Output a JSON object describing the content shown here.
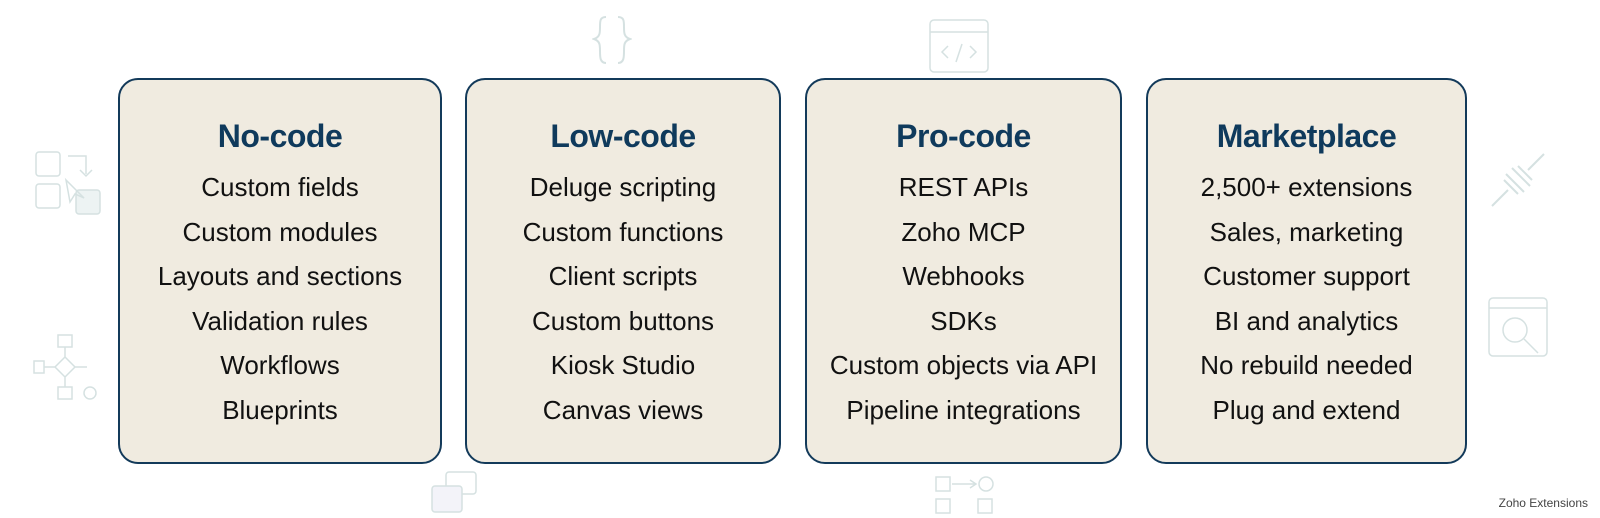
{
  "columns": [
    {
      "title": "No-code",
      "items": [
        "Custom fields",
        "Custom modules",
        "Layouts and sections",
        "Validation rules",
        "Workflows",
        "Blueprints"
      ]
    },
    {
      "title": "Low-code",
      "items": [
        "Deluge scripting",
        "Custom functions",
        "Client scripts",
        "Custom buttons",
        "Kiosk Studio",
        "Canvas views"
      ]
    },
    {
      "title": "Pro-code",
      "items": [
        "REST APIs",
        "Zoho MCP",
        "Webhooks",
        "SDKs",
        "Custom objects via API",
        "Pipeline integrations"
      ]
    },
    {
      "title": "Marketplace",
      "items": [
        "2,500+ extensions",
        "Sales, marketing",
        "Customer support",
        "BI and analytics",
        "No rebuild needed",
        "Plug and extend"
      ]
    }
  ],
  "footer": "Zoho Extensions",
  "colors": {
    "title": "#0f3a5c",
    "border": "#133a5a",
    "card_bg": "#f0ebe0"
  },
  "icons": [
    "drag-drop-icon",
    "curly-braces-icon",
    "code-window-icon",
    "plug-icon",
    "workflow-icon",
    "browser-search-icon",
    "chat-icon",
    "flow-nodes-icon"
  ]
}
